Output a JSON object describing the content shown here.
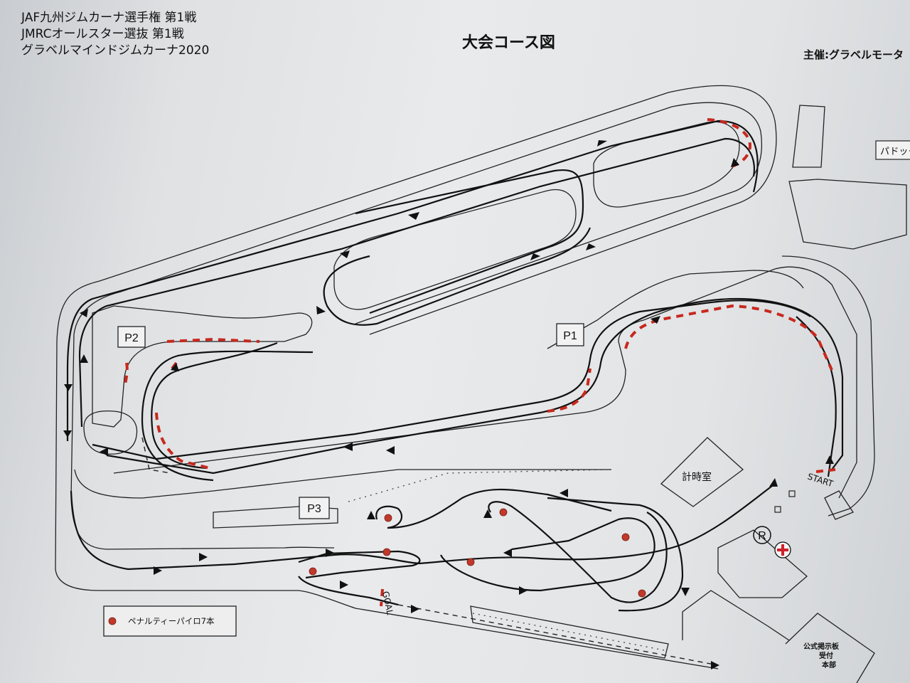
{
  "header": {
    "event_lines": [
      "JAF九州ジムカーナ選手権 第1戦",
      "JMRCオールスター選抜 第1戦",
      "グラベルマインドジムカーナ2020"
    ],
    "title": "大会コース図",
    "organizer": "主催:グラベルモータ"
  },
  "labels": {
    "paddock": "パドック",
    "p1": "P1",
    "p2": "P2",
    "p3": "P3",
    "timing_room": "計時室",
    "start": "START",
    "goal": "GOAL",
    "restroom": "R",
    "notice_board": "公式掲示板",
    "reception": "受付",
    "headquarters": "本部"
  },
  "legend": {
    "label": "ペナルティーパイロ7本"
  },
  "colors": {
    "line": "#1a1a1a",
    "kerb_red": "#c8281e",
    "pylon_red": "#c0392b",
    "paper": "#e6e7e9"
  }
}
